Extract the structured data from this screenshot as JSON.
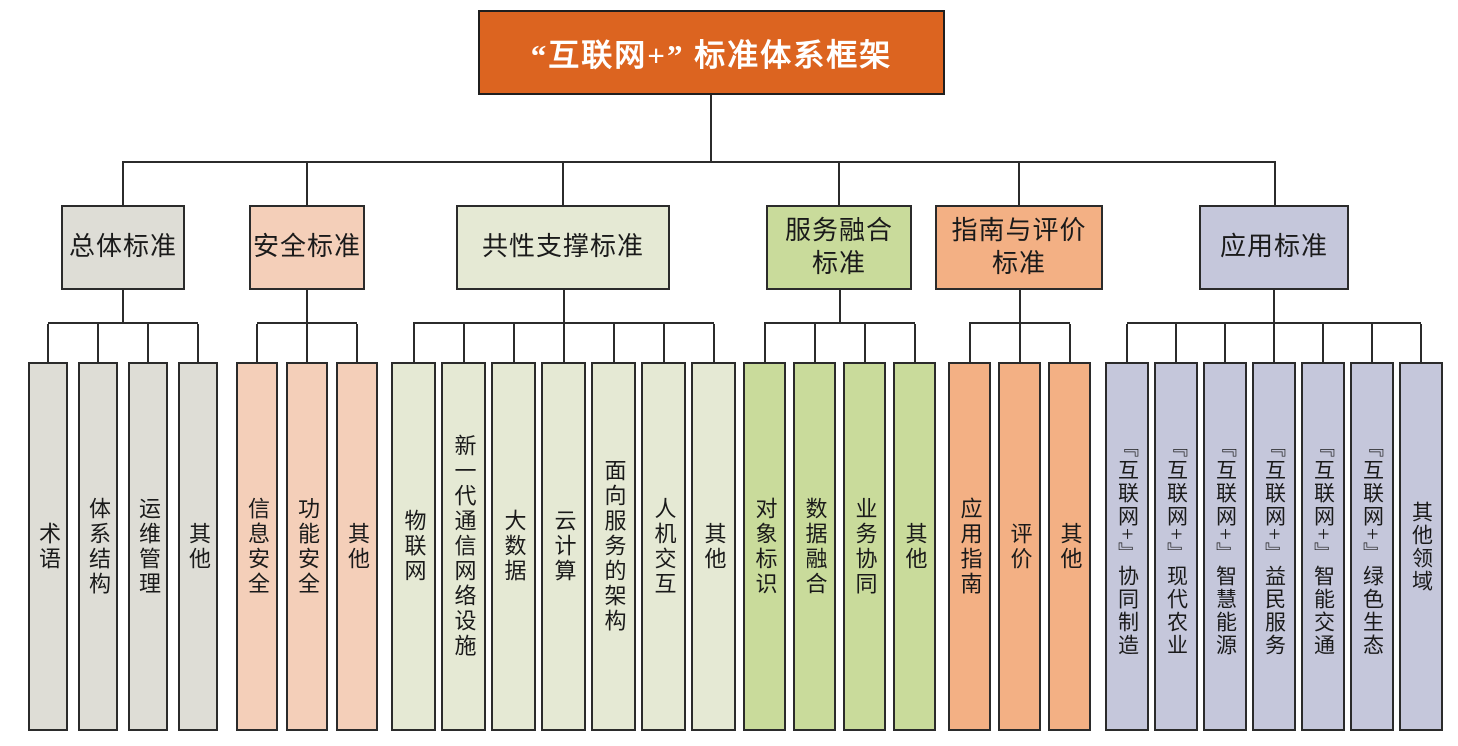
{
  "root": {
    "title": "“互联网+” 标准体系框架"
  },
  "groups": [
    {
      "label": "总体标准",
      "children": [
        "术语",
        "体系结构",
        "运维管理",
        "其他"
      ]
    },
    {
      "label": "安全标准",
      "children": [
        "信息安全",
        "功能安全",
        "其他"
      ]
    },
    {
      "label": "共性支撑标准",
      "children": [
        "物联网",
        "新一代通信网络设施",
        "大数据",
        "云计算",
        "面向服务的架构",
        "人机交互",
        "其他"
      ]
    },
    {
      "label": "服务融合\n标准",
      "children": [
        "对象标识",
        "数据融合",
        "业务协同",
        "其他"
      ]
    },
    {
      "label": "指南与评价\n标准",
      "children": [
        "应用指南",
        "评价",
        "其他"
      ]
    },
    {
      "label": "应用标准",
      "children": [
        "『互联网+』协同制造",
        "『互联网+』现代农业",
        "『互联网+』智慧能源",
        "『互联网+』益民服务",
        "『互联网+』智能交通",
        "『互联网+』绿色生态",
        "其他领域"
      ]
    }
  ],
  "colors": {
    "root_fill": "#DC6420",
    "root_text": "#FFFFFF",
    "line": "#2B2B2B",
    "group_fills": [
      "#DEDDD6",
      "#F4CFB9",
      "#E5E9D4",
      "#C9DB9B",
      "#F3B084",
      "#C5C7DB"
    ]
  }
}
